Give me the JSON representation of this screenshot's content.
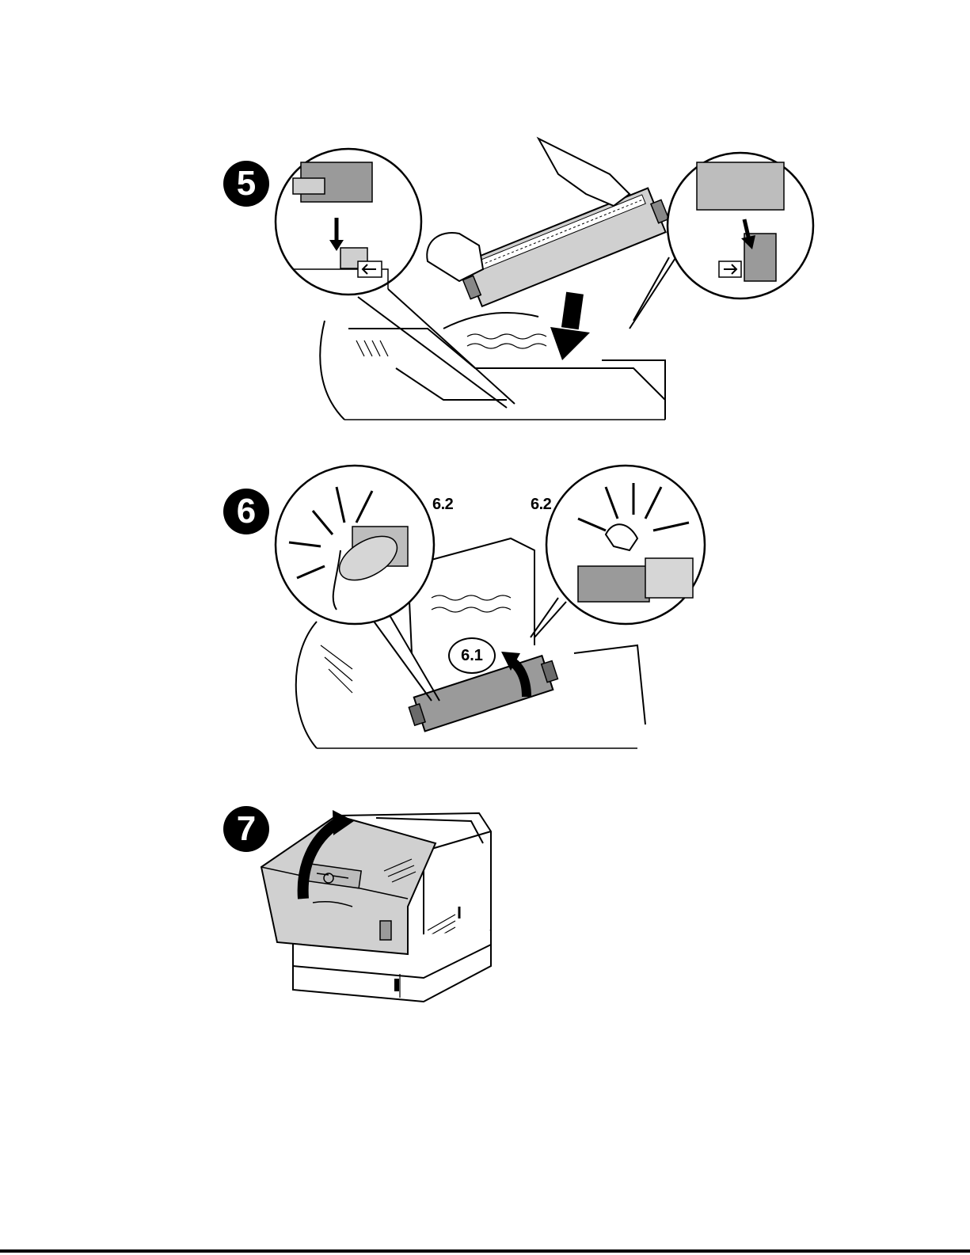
{
  "steps": [
    {
      "number": "5",
      "figure": "install-fuser-illustration",
      "icons": [
        "arrow-left-icon",
        "arrow-right-icon",
        "arrow-down-icon"
      ]
    },
    {
      "number": "6",
      "figure": "lock-fuser-illustration",
      "callouts": [
        "6.1",
        "6.2",
        "6.2"
      ]
    },
    {
      "number": "7",
      "figure": "close-front-door-illustration"
    }
  ],
  "colors": {
    "ink": "#000000",
    "paper": "#ffffff",
    "shade": "#b8b8b8",
    "dark_shade": "#6a6a6a"
  }
}
